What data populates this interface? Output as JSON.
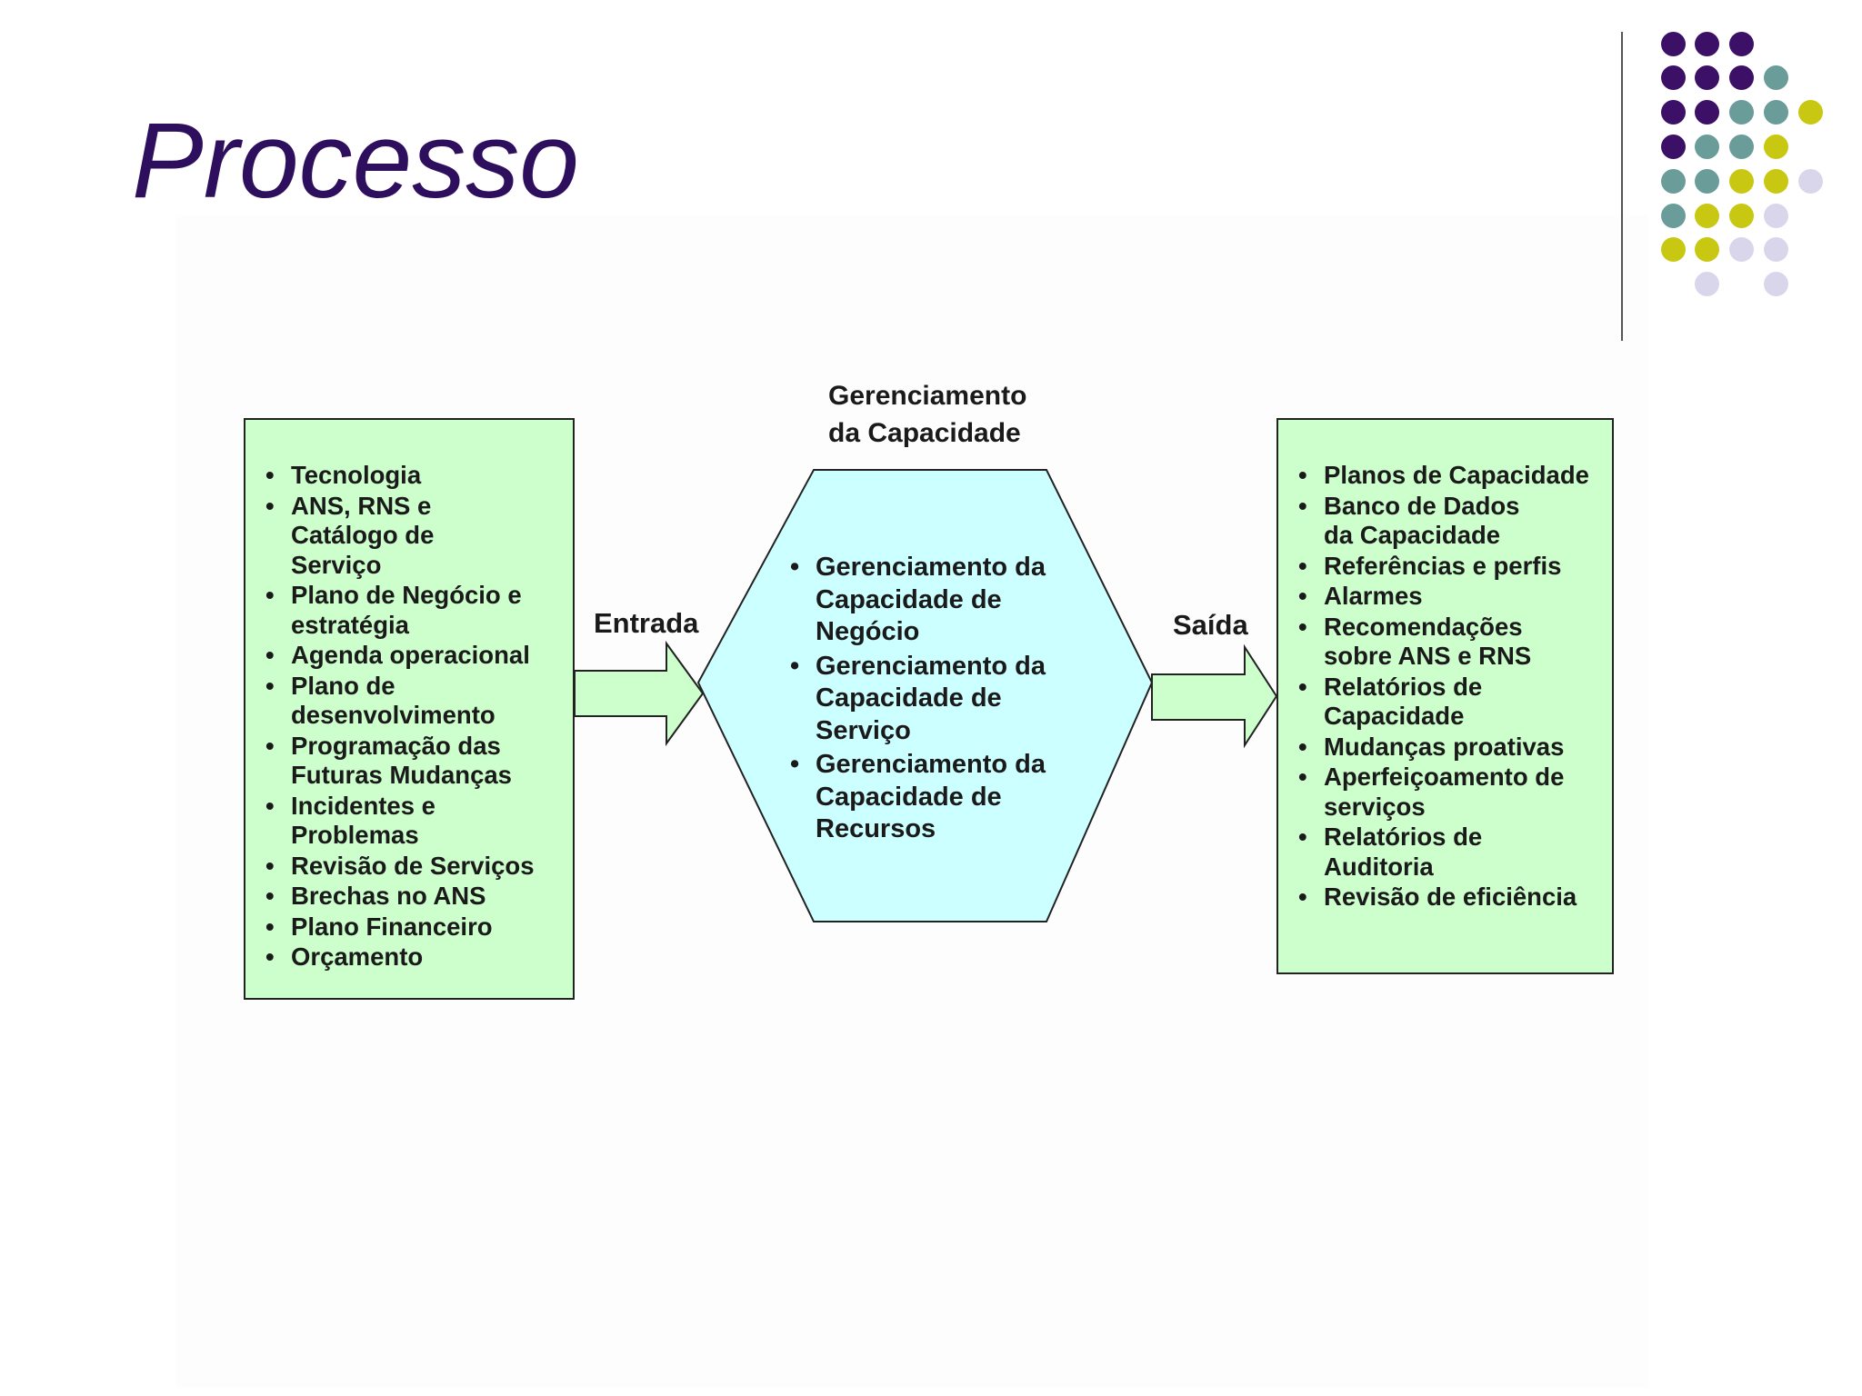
{
  "slide": {
    "title": "Processo"
  },
  "decoration": {
    "dot_colors": {
      "purple": "#3b1066",
      "teal": "#6a9c9a",
      "yellow": "#c8c812",
      "lavender": "#d9d6ec"
    },
    "dot_rows": [
      [
        "purple",
        "purple",
        "purple",
        "",
        "",
        ""
      ],
      [
        "purple",
        "purple",
        "purple",
        "teal",
        "",
        ""
      ],
      [
        "purple",
        "purple",
        "teal",
        "teal",
        "yellow",
        ""
      ],
      [
        "purple",
        "teal",
        "teal",
        "yellow",
        "",
        ""
      ],
      [
        "teal",
        "teal",
        "yellow",
        "yellow",
        "lavender",
        ""
      ],
      [
        "teal",
        "yellow",
        "yellow",
        "lavender",
        "",
        ""
      ],
      [
        "yellow",
        "yellow",
        "lavender",
        "lavender",
        "",
        ""
      ],
      [
        "",
        "lavender",
        "",
        "lavender",
        "",
        ""
      ]
    ]
  },
  "diagram": {
    "center_title": {
      "line1": "Gerenciamento",
      "line2": "da Capacidade"
    },
    "entrada_label": "Entrada",
    "saida_label": "Saída",
    "input_items": [
      "Tecnologia",
      "ANS, RNS e Catálogo de Serviço",
      "Plano de Negócio e estratégia",
      "Agenda operacional",
      "Plano de desenvolvimento",
      "Programação das Futuras Mudanças",
      "Incidentes e Problemas",
      "Revisão de Serviços",
      "Brechas no ANS",
      "Plano Financeiro",
      "Orçamento"
    ],
    "process_items": [
      "Gerenciamento da Capacidade de Negócio",
      "Gerenciamento da Capacidade de Serviço",
      "Gerenciamento da Capacidade de Recursos"
    ],
    "output_items": [
      "Planos de Capacidade",
      "Banco de Dados da Capacidade",
      "Referências e perfis",
      "Alarmes",
      "Recomendações sobre ANS e RNS",
      "Relatórios de Capacidade",
      "Mudanças proativas",
      "Aperfeiçoamento de serviços",
      "Relatórios de Auditoria",
      "Revisão de eficiência"
    ],
    "colors": {
      "box_fill": "#ccffcc",
      "hex_fill": "#ccffff",
      "arrow_fill": "#ccffcc",
      "title_color": "#2e0f5e"
    }
  }
}
